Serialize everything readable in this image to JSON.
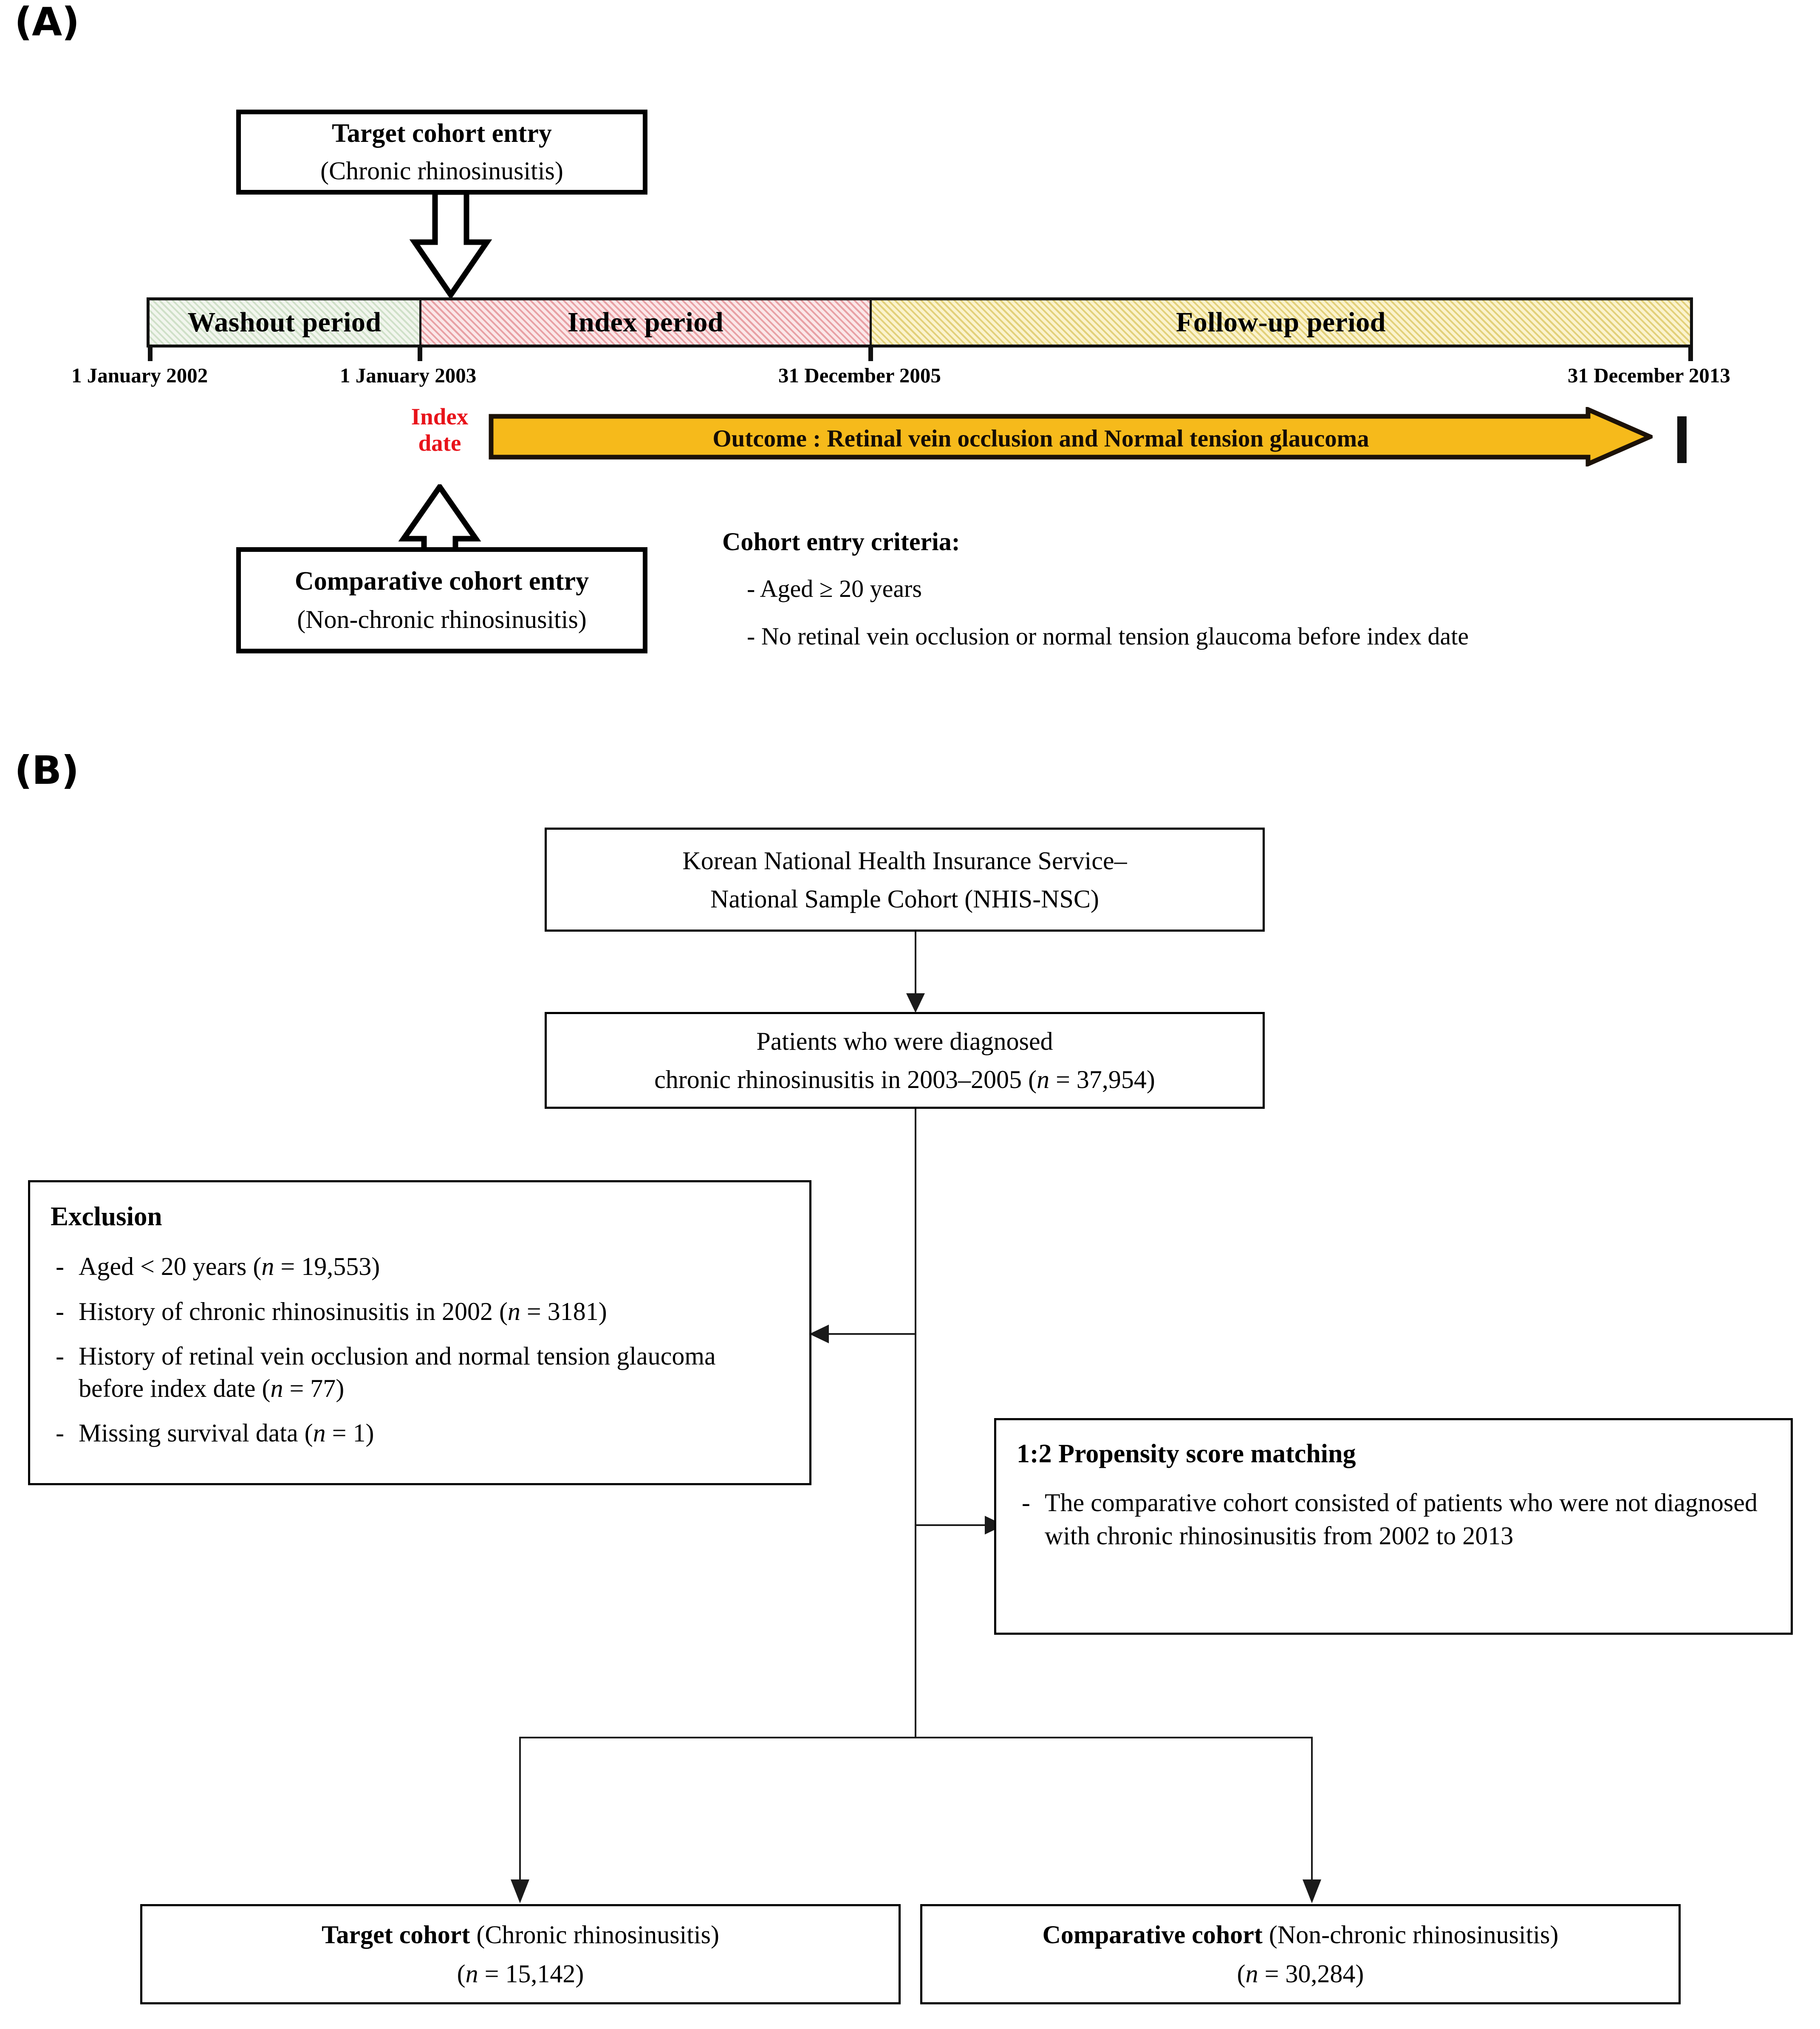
{
  "figure": {
    "panel_a_label": "(A)",
    "panel_b_label": "(B)"
  },
  "panel_a": {
    "target_cohort_box": {
      "line1": "Target cohort entry",
      "line2": "(Chronic rhinosinusitis)"
    },
    "comparative_cohort_box": {
      "line1": "Comparative cohort entry",
      "line2": "(Non-chronic rhinosinusitis)"
    },
    "timeline": {
      "segments": [
        {
          "label": "Washout period",
          "color": "#cfe0c8"
        },
        {
          "label": "Index period",
          "color": "#e8a0a4"
        },
        {
          "label": "Follow-up period",
          "color": "#e2d079"
        }
      ],
      "dates": [
        "1 January 2002",
        "1 January 2003",
        "31 December 2005",
        "31 December 2013"
      ]
    },
    "index_date_label": {
      "line1": "Index",
      "line2": "date",
      "color": "#E8131A"
    },
    "outcome_arrow": {
      "label": "Outcome : Retinal vein occlusion and Normal tension glaucoma",
      "color": "#F6BA1B"
    },
    "criteria": {
      "title": "Cohort entry criteria:",
      "items": [
        "- Aged ≥ 20 years",
        "- No retinal vein occlusion or normal tension glaucoma before index date"
      ]
    }
  },
  "panel_b": {
    "source_box": {
      "line1": "Korean National Health Insurance Service–",
      "line2": "National Sample Cohort (NHIS-NSC)"
    },
    "diagnosed_box": {
      "line1": "Patients who were diagnosed",
      "line2_pre": "chronic rhinosinusitis in 2003–2005 (",
      "line2_n": "n",
      "line2_post": " = 37,954)"
    },
    "exclusion_box": {
      "title": "Exclusion",
      "items": [
        {
          "pre": "Aged < 20 years (",
          "n": "n",
          "post": " = 19,553)"
        },
        {
          "pre": "History of chronic rhinosinusitis in 2002 (",
          "n": "n",
          "post": " = 3181)"
        },
        {
          "pre": "History of retinal vein occlusion and normal tension glaucoma before index date (",
          "n": "n",
          "post": " = 77)"
        },
        {
          "pre": "Missing survival data (",
          "n": "n",
          "post": " = 1)"
        }
      ]
    },
    "psm_box": {
      "title": "1:2 Propensity score matching",
      "item": "The comparative cohort consisted of patients who were not diagnosed with chronic rhinosinusitis from 2002 to 2013"
    },
    "target_cohort_result": {
      "label_bold": "Target cohort",
      "label_rest": " (Chronic rhinosinusitis)",
      "n_pre": "(",
      "n_italic": "n",
      "n_post": " = 15,142)"
    },
    "comparative_cohort_result": {
      "label_bold": "Comparative cohort",
      "label_rest": " (Non-chronic rhinosinusitis)",
      "n_pre": "(",
      "n_italic": "n",
      "n_post": " = 30,284)"
    }
  }
}
